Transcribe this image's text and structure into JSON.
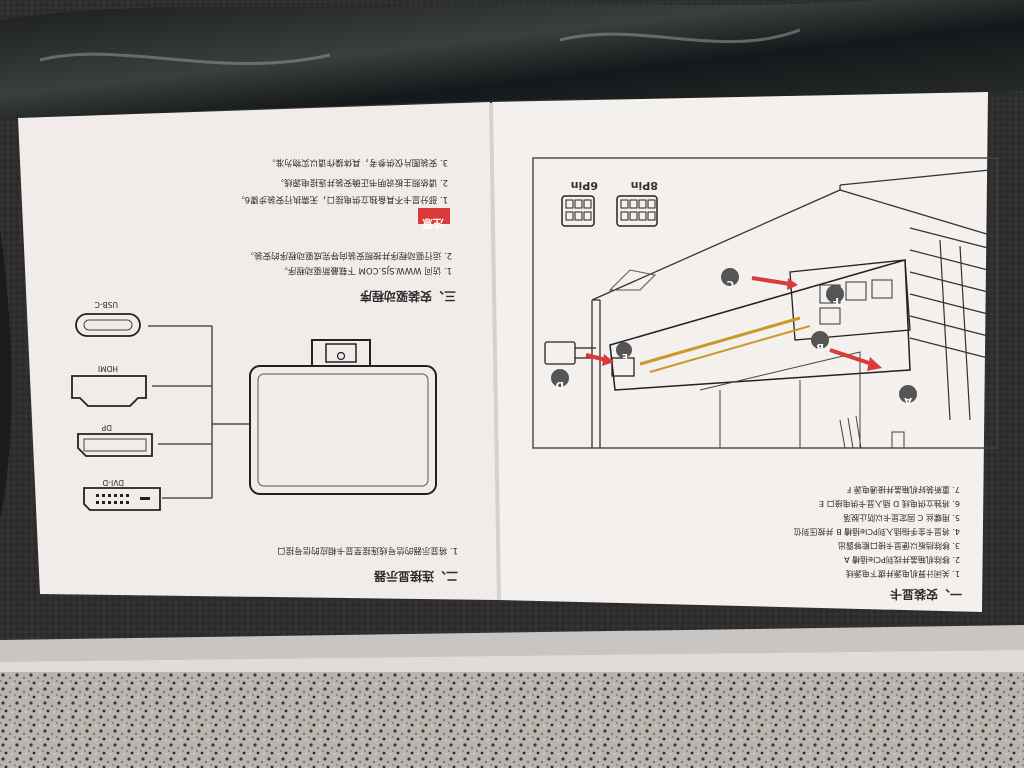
{
  "manual": {
    "left_page": {
      "section_two_title": "二、连接显示器",
      "section_two_step": "1. 将显示器的信号线连接至显卡相应的信号接口",
      "section_three_title": "三、安装驱动程序",
      "section_three_steps": [
        "1. 访问 WWW.SJS.COM 下载最新驱动程序。",
        "2. 运行驱动程序并按照安装向导完成驱动程序的安装。"
      ],
      "notice_label": "注意",
      "notice_items": [
        "1. 部分显卡不具备独立供电接口，无需执行安装步骤6。",
        "2. 请依照主板说明书正确安装并连接电源线。",
        "3. 安装图片仅供参考，具体操作请以实物为准。"
      ],
      "port_labels": [
        "USB-C",
        "HDMI",
        "DP",
        "DVI-D"
      ]
    },
    "right_page": {
      "section_one_title": "一、安装显卡",
      "steps": [
        "1. 关闭计算机电源并拔下电源线",
        "2. 移除机箱盖并找到PCIe插槽 A",
        "3. 移除挡板以便显卡接口能够露出",
        "4. 将显卡金手指插入到PCIe插槽 B 并按压到位",
        "5. 用螺丝 C 固定显卡以防止脱落",
        "6. 将独立供电线 D 插入显卡供电接口 E",
        "7. 重新装好机箱盖并接通电源 F"
      ],
      "connector_labels": [
        "8Pin",
        "6Pin"
      ],
      "callouts": [
        "A",
        "B",
        "C",
        "D",
        "E",
        "F"
      ]
    }
  },
  "colors": {
    "paper": "#f3eeec",
    "accent_red": "#d93a3a",
    "foam": "#2b2b2b",
    "granite": "#a8a39c"
  }
}
